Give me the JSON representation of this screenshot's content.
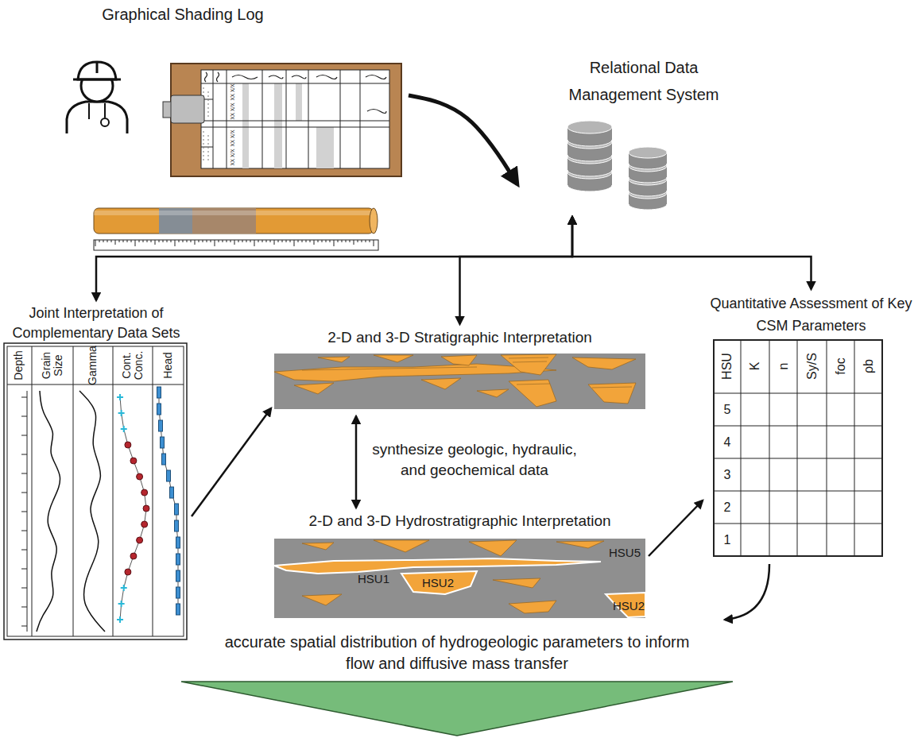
{
  "diagram": {
    "nodes": [
      {
        "text": [
          "Graphical Shading Log"
        ]
      },
      {
        "text": [
          "Relational Data Management System"
        ]
      },
      {
        "text": [
          "Joint Interpretation of Complementary Data Sets"
        ]
      },
      {
        "text": [
          "2-D and 3-D Stratigraphic Interpretation"
        ]
      },
      {
        "text": [
          "2-D and 3-D Hydrostratigraphic Interpretation"
        ]
      },
      {
        "text": [
          "Quantitative Assessment of Key CSM Parameters"
        ]
      }
    ],
    "edges": [
      {
        "from": 0,
        "to": 1,
        "arrow": "to"
      },
      {
        "from": 1,
        "to": 2,
        "arrow": "both"
      },
      {
        "from": 1,
        "to": 3,
        "arrow": "both"
      },
      {
        "from": 1,
        "to": 5,
        "arrow": "both"
      },
      {
        "from": 2,
        "to": 3,
        "arrow": "to"
      },
      {
        "from": 3,
        "to": 4,
        "label": "synthesize geologic, hydraulic, and geochemical data",
        "arrow": "both"
      },
      {
        "from": 4,
        "to": 5,
        "arrow": "to"
      }
    ],
    "labels": [
      "XX X/X",
      "XX X/X",
      "XX X/X",
      "XX X/X",
      "Depth",
      "Grain Size",
      "Gamma",
      "Cont. Conc.",
      "Head",
      "HSU5",
      "HSU1",
      "HSU2",
      "HSU2",
      "HSU",
      "K",
      "n",
      "Sy/S",
      "foc",
      "ρb",
      "5",
      "4",
      "3",
      "2",
      "1",
      "accurate spatial distribution of hydrogeologic parameters to inform flow and diffusive mass transfer"
    ]
  }
}
